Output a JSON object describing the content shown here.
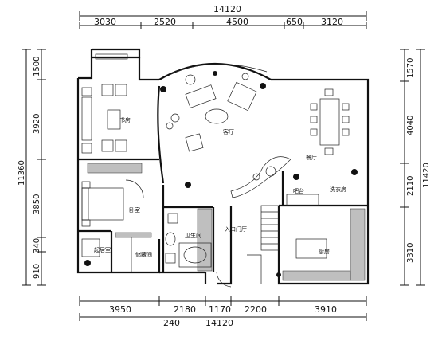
{
  "top_dims": {
    "overall": "14120",
    "segments": [
      "3030",
      "2520",
      "4500",
      "650",
      "3120"
    ]
  },
  "bottom_dims": {
    "overall": "14120",
    "segments": [
      "3950",
      "2180",
      "1170",
      "2200",
      "3910"
    ],
    "sub": "240"
  },
  "left_dims": {
    "overall": "11360",
    "segments": [
      "1500",
      "3920",
      "3850",
      "340",
      "910"
    ]
  },
  "right_dims": {
    "overall": "11420",
    "segments": [
      "1570",
      "4040",
      "2110",
      "3310"
    ]
  },
  "rooms": {
    "living": "客厅",
    "dining": "餐厅",
    "study": "书房",
    "bedroom": "卧室",
    "bath": "卫生间",
    "kitchen": "厨房",
    "entrance": "入口门厅",
    "bar": "吧台",
    "laundry": "洗衣房",
    "lounge": "起居室",
    "storage": "储藏间"
  },
  "colors": {
    "ink": "#111111",
    "hatch": "#bfbfbf"
  }
}
